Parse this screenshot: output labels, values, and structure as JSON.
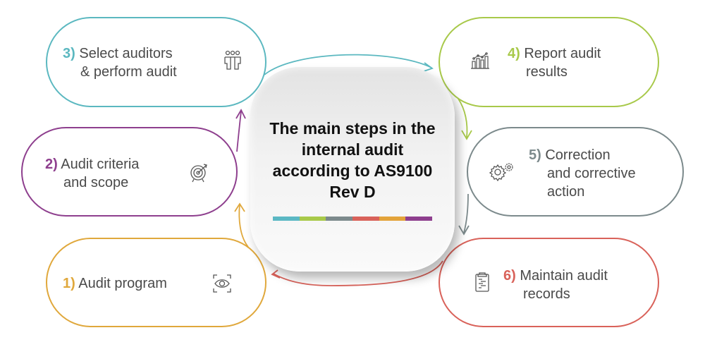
{
  "center": {
    "title": "The main steps in the internal audit according to AS9100 Rev D",
    "bar_colors": [
      "#5BB8C4",
      "#A8C94A",
      "#7C8A8C",
      "#D9625A",
      "#E3A33A",
      "#8E3F8E"
    ]
  },
  "steps": [
    {
      "number": "1)",
      "text": "Audit program",
      "icon": "eye-scan-icon",
      "color": "#E0A83C"
    },
    {
      "number": "2)",
      "text": "Audit criteria and scope",
      "icon": "target-icon",
      "color": "#8E3F8E"
    },
    {
      "number": "3)",
      "text": "Select auditors & perform audit",
      "icon": "team-icon",
      "color": "#5BB8C0"
    },
    {
      "number": "4)",
      "text": "Report audit results",
      "icon": "bar-chart-icon",
      "color": "#A8C94A"
    },
    {
      "number": "5)",
      "text": "Correction and corrective action",
      "icon": "gears-icon",
      "color": "#7C8A8C"
    },
    {
      "number": "6)",
      "text": "Maintain audit records",
      "icon": "clipboard-icon",
      "color": "#D9625A"
    }
  ],
  "labels": {
    "s1_line1": "Audit program",
    "s2_line1": "Audit criteria",
    "s2_line2": "and scope",
    "s3_line1": "Select auditors",
    "s3_line2": "& perform audit",
    "s4_line1": "Report audit",
    "s4_line2": "results",
    "s5_line1": "Correction",
    "s5_line2": "and corrective",
    "s5_line3": "action",
    "s6_line1": "Maintain audit",
    "s6_line2": "records"
  }
}
